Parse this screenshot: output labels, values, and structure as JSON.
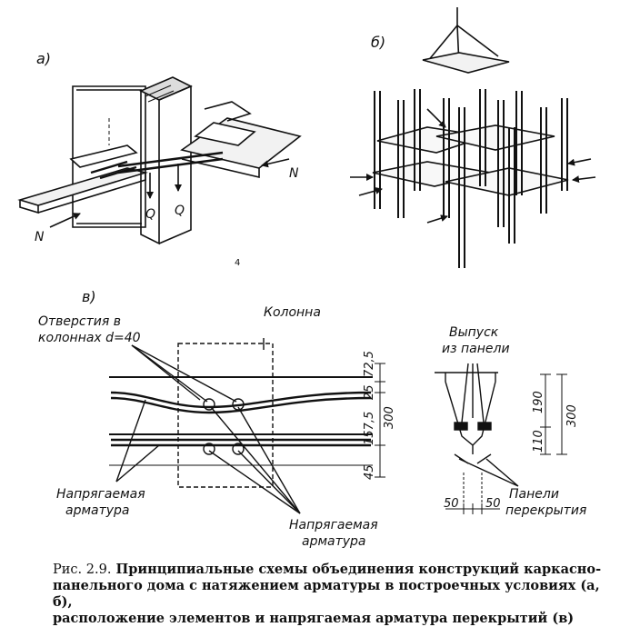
{
  "panels": {
    "a": {
      "label": "а)",
      "force_n1": "N",
      "force_n2": "N",
      "force_q1": "Q",
      "force_q2": "Q"
    },
    "b": {
      "label": "б)"
    },
    "c": {
      "label": "в)",
      "holes_line1": "Отверстия в",
      "holes_line2": "колоннах d=40",
      "column_label": "Колонна",
      "tendon_left_line1": "Напрягаемая",
      "tendon_left_line2": "арматура",
      "tendon_right_line1": "Напрягаемая",
      "tendon_right_line2": "арматура",
      "dims_vertical": [
        "72,5",
        "25",
        "157,5",
        "45"
      ],
      "dim_total": "300",
      "outlet_line1": "Выпуск",
      "outlet_line2": "из панели",
      "dim_190": "190",
      "dim_110": "110",
      "dim_300_right": "300",
      "panels_line1": "Панели",
      "panels_line2": "перекрытия",
      "dim_50_left": "50",
      "dim_50_right": "50",
      "stray_mark": "4"
    }
  },
  "caption": {
    "lead": "Рис. 2.9.",
    "line1": "Принципиальные схемы объединения конструкций каркасно-",
    "line2": "панельного дома с натяжением арматуры в построечных условиях (а, б),",
    "line3": "расположение элементов и напрягаемая арматура перекрытий (в)"
  }
}
